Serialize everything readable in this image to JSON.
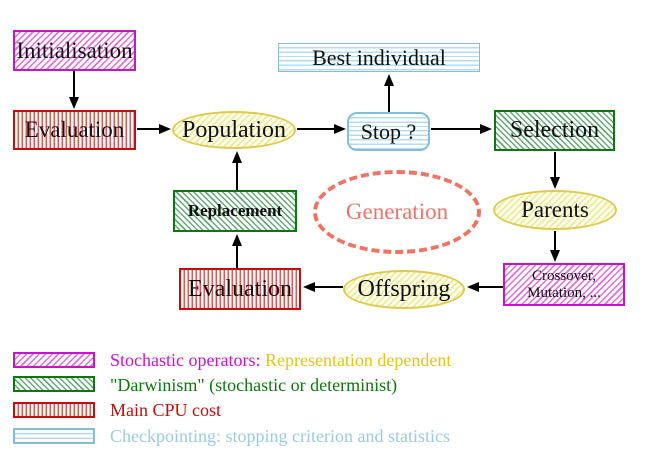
{
  "diagram": {
    "nodes": {
      "initialisation": {
        "label": "Initialisation"
      },
      "evaluation_top": {
        "label": "Evaluation"
      },
      "population": {
        "label": "Population"
      },
      "best_individual": {
        "label": "Best individual"
      },
      "stop": {
        "label": "Stop ?"
      },
      "selection": {
        "label": "Selection"
      },
      "replacement": {
        "label": "Replacement"
      },
      "generation": {
        "label": "Generation"
      },
      "parents": {
        "label": "Parents"
      },
      "evaluation_bottom": {
        "label": "Evaluation"
      },
      "offspring": {
        "label": "Offspring"
      },
      "crossover": {
        "line1": "Crossover,",
        "line2": "Mutation, ..."
      }
    },
    "colors": {
      "magenta": "#c813c8",
      "green": "#0c770c",
      "red": "#c40d0d",
      "cyan_border": "#86bdda",
      "yellow_border": "#dfc94f",
      "salmon": "#ee7565",
      "gold_text": "#e7c31c",
      "legend_blue_text": "#9ccae6"
    },
    "legend": [
      {
        "swatch_icon": "magenta-diagonal-hatch-swatch",
        "text1": "Stochastic operators:",
        "text2": "Representation dependent"
      },
      {
        "swatch_icon": "green-diagonal-hatch-swatch",
        "text1": "\"Darwinism\" (stochastic or determinist)",
        "text2": ""
      },
      {
        "swatch_icon": "red-vertical-lines-swatch",
        "text1": "Main CPU cost",
        "text2": ""
      },
      {
        "swatch_icon": "cyan-horizontal-lines-swatch",
        "text1": "Checkpointing: stopping criterion and statistics",
        "text2": ""
      }
    ]
  }
}
